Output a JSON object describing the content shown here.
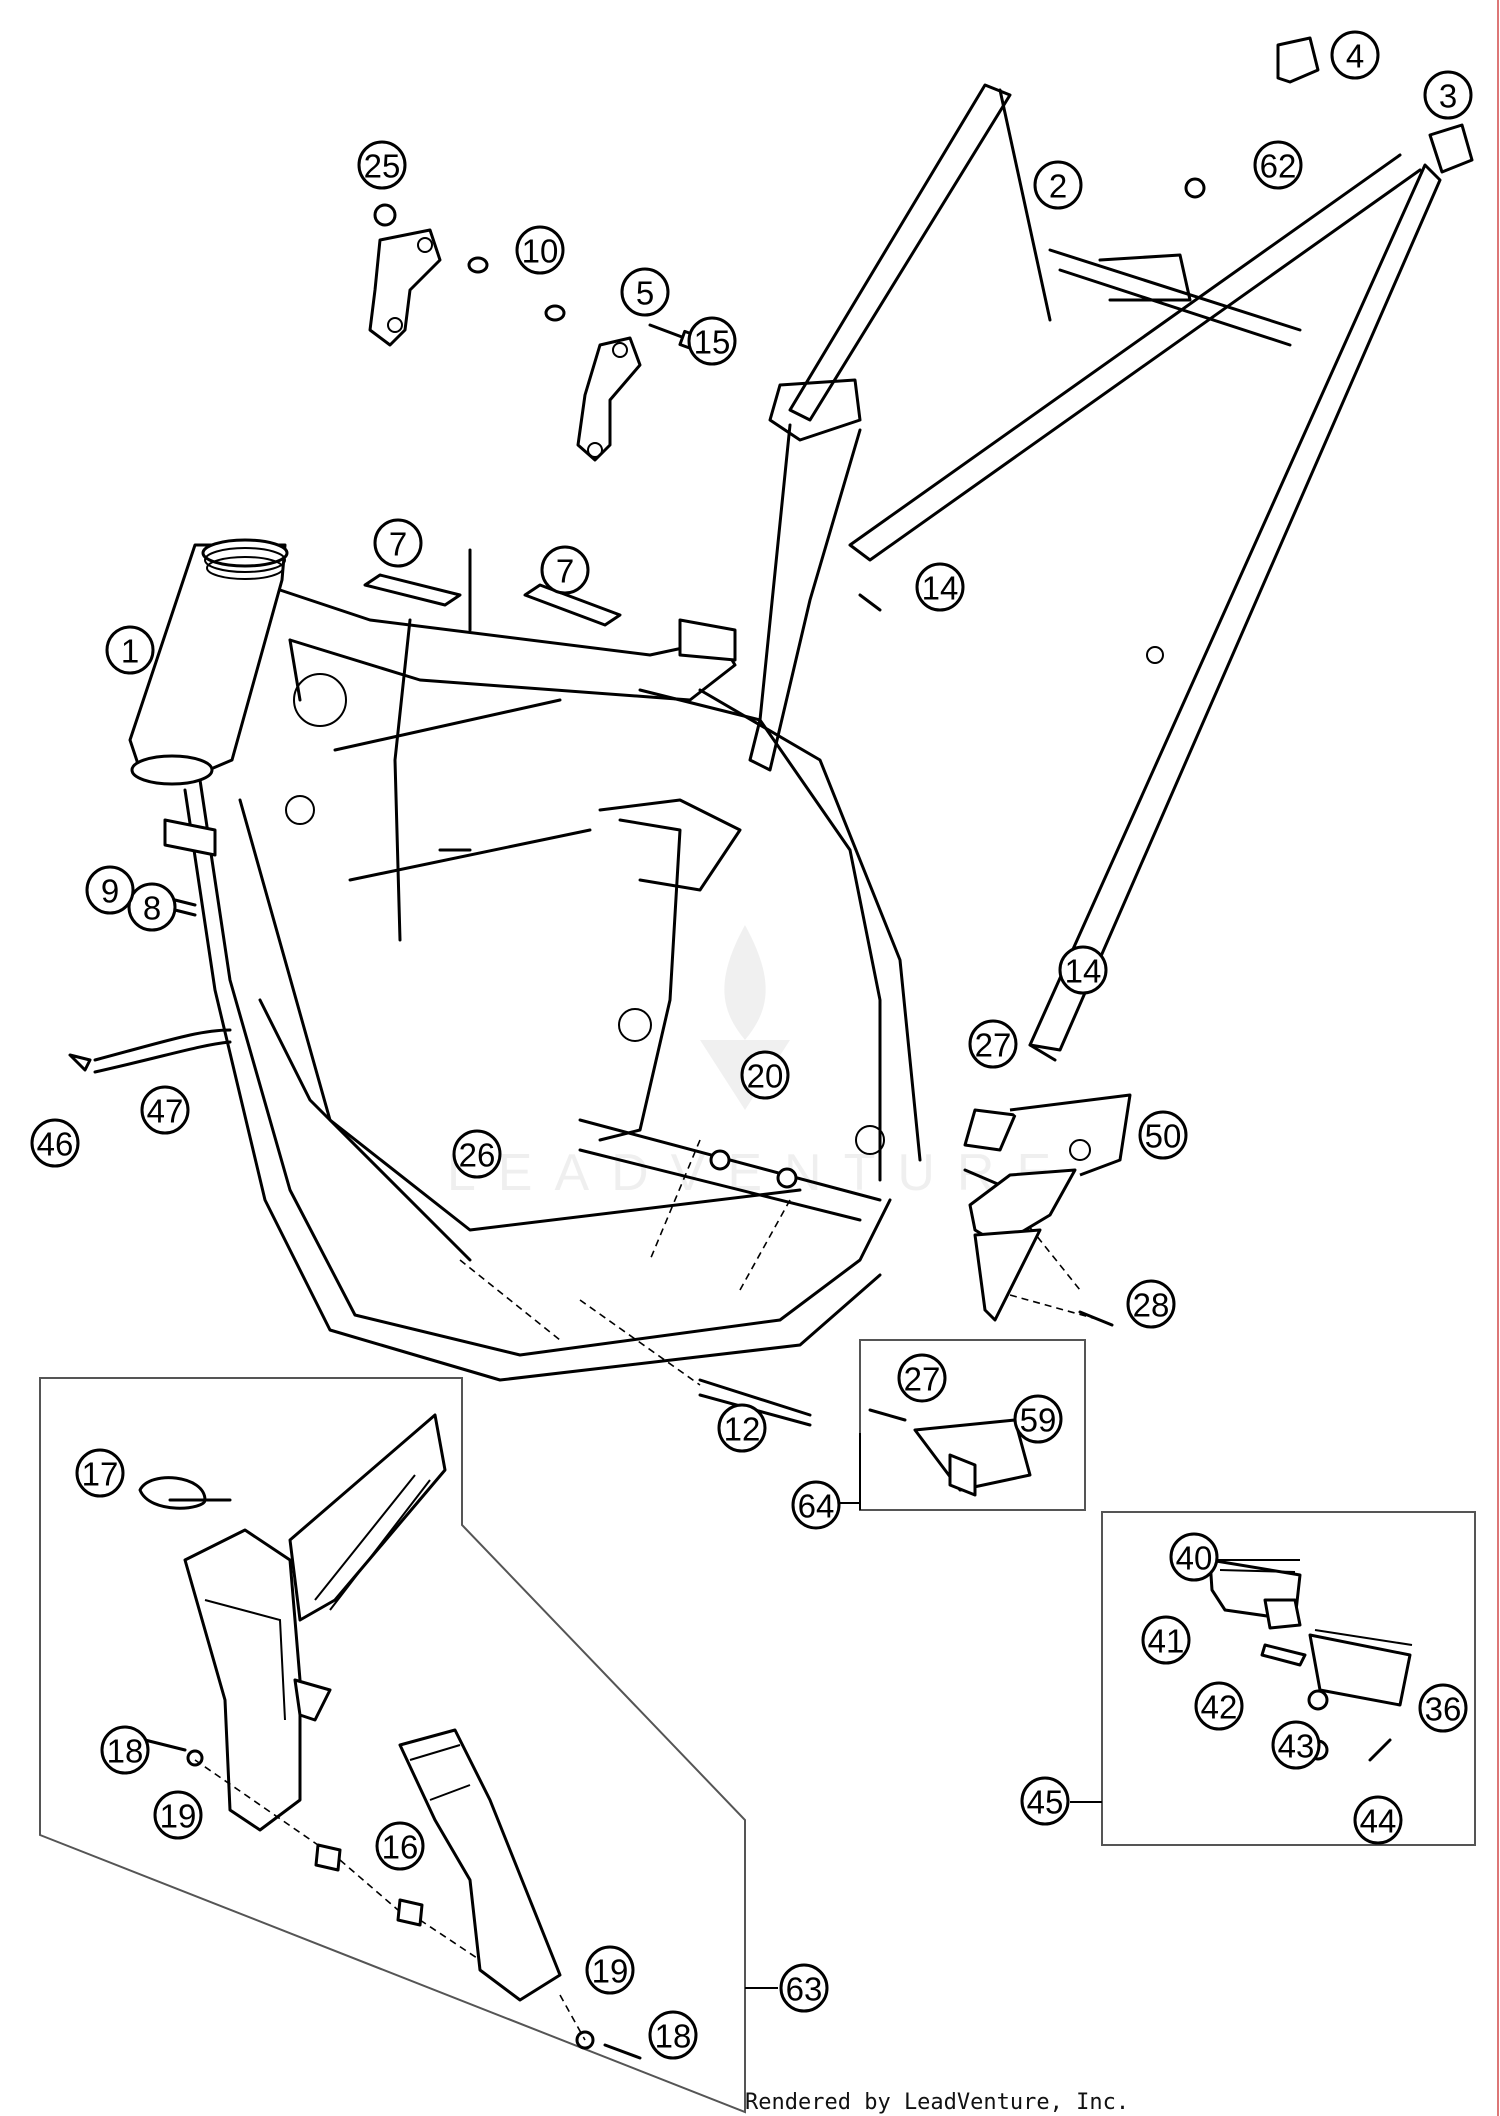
{
  "callouts": [
    "1",
    "2",
    "3",
    "4",
    "5",
    "7",
    "7",
    "8",
    "9",
    "10",
    "12",
    "14",
    "14",
    "15",
    "16",
    "17",
    "18",
    "18",
    "19",
    "19",
    "20",
    "25",
    "26",
    "27",
    "27",
    "28",
    "36",
    "40",
    "41",
    "42",
    "43",
    "44",
    "45",
    "46",
    "47",
    "50",
    "59",
    "62",
    "63",
    "64"
  ],
  "watermark": "LEADVENTURE",
  "credit": "Rendered by LeadVenture, Inc."
}
